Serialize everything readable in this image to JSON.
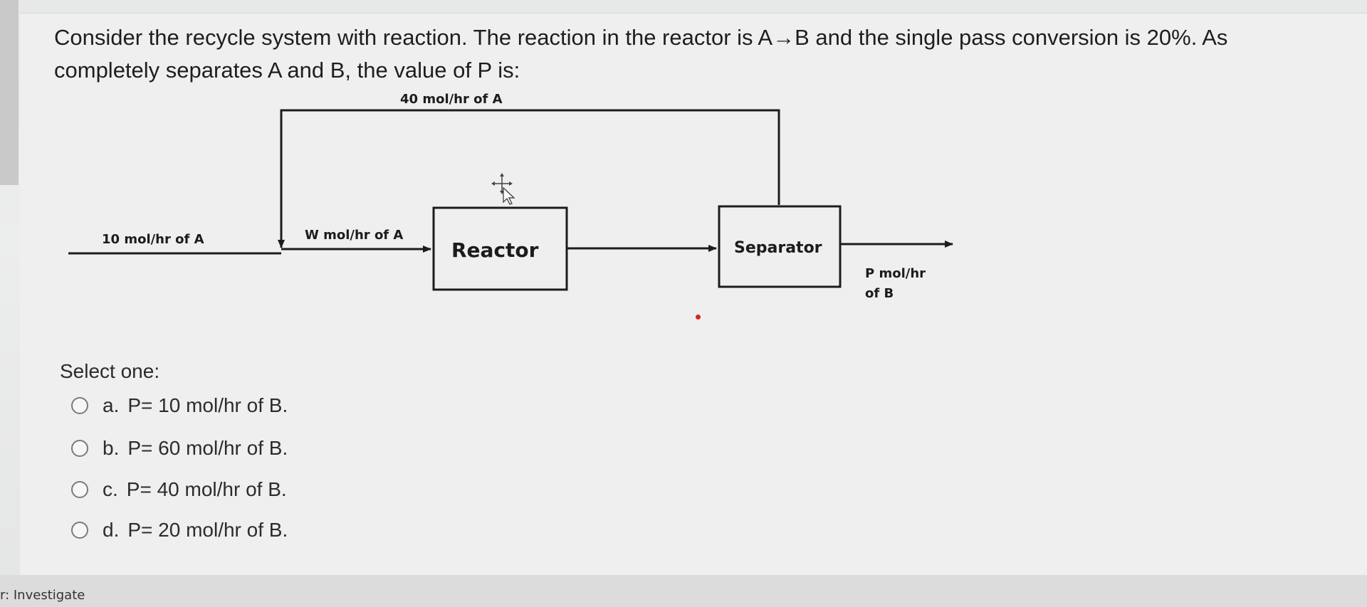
{
  "question": {
    "line1": "Consider the recycle system with reaction. The reaction in the reactor is A→B and the single pass conversion is 20%. As",
    "line2": "completely separates A and B, the value of P is:"
  },
  "diagram": {
    "recycle_label": "40 mol/hr of A",
    "feed_label": "10 mol/hr of A",
    "reactor_feed_label": "W mol/hr of A",
    "reactor_label": "Reactor",
    "separator_label": "Separator",
    "product_label_line1": "P mol/hr",
    "product_label_line2": "of B"
  },
  "prompt": "Select one:",
  "options": [
    {
      "letter": "a.",
      "text": "P= 10 mol/hr of B."
    },
    {
      "letter": "b.",
      "text": "P= 60 mol/hr of B."
    },
    {
      "letter": "c.",
      "text": "P= 40 mol/hr of B."
    },
    {
      "letter": "d.",
      "text": "P= 20 mol/hr of B."
    }
  ],
  "footer": {
    "investigate": "r: Investigate"
  },
  "icons": {
    "cursor": "move-cursor-icon",
    "radio": "radio-unselected-icon"
  },
  "colors": {
    "line": "#1c1c1c",
    "panel": "#efefef"
  }
}
